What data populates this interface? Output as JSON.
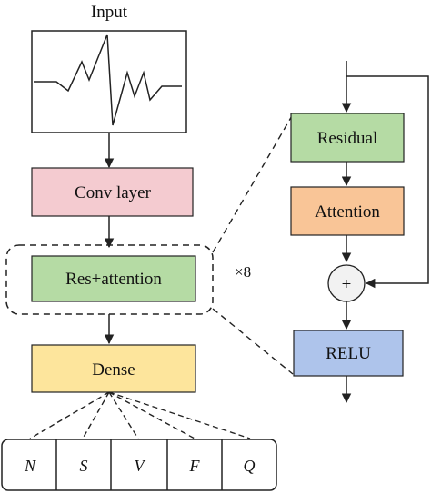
{
  "input": {
    "label": "Input"
  },
  "main_flow": {
    "conv_layer": "Conv layer",
    "res_attention": "Res+attention",
    "dense": "Dense"
  },
  "repeat": {
    "label": "×8"
  },
  "detail_block": {
    "residual": "Residual",
    "attention": "Attention",
    "add_symbol": "+",
    "relu": "RELU"
  },
  "output_classes": [
    "N",
    "S",
    "V",
    "F",
    "Q"
  ],
  "colors": {
    "conv_layer": "#f4cbd0",
    "res_attention": "#b5dba4",
    "dense": "#fde59c",
    "residual": "#b5dba4",
    "attention": "#f9c597",
    "relu": "#aec4eb",
    "stroke": "#222222"
  }
}
